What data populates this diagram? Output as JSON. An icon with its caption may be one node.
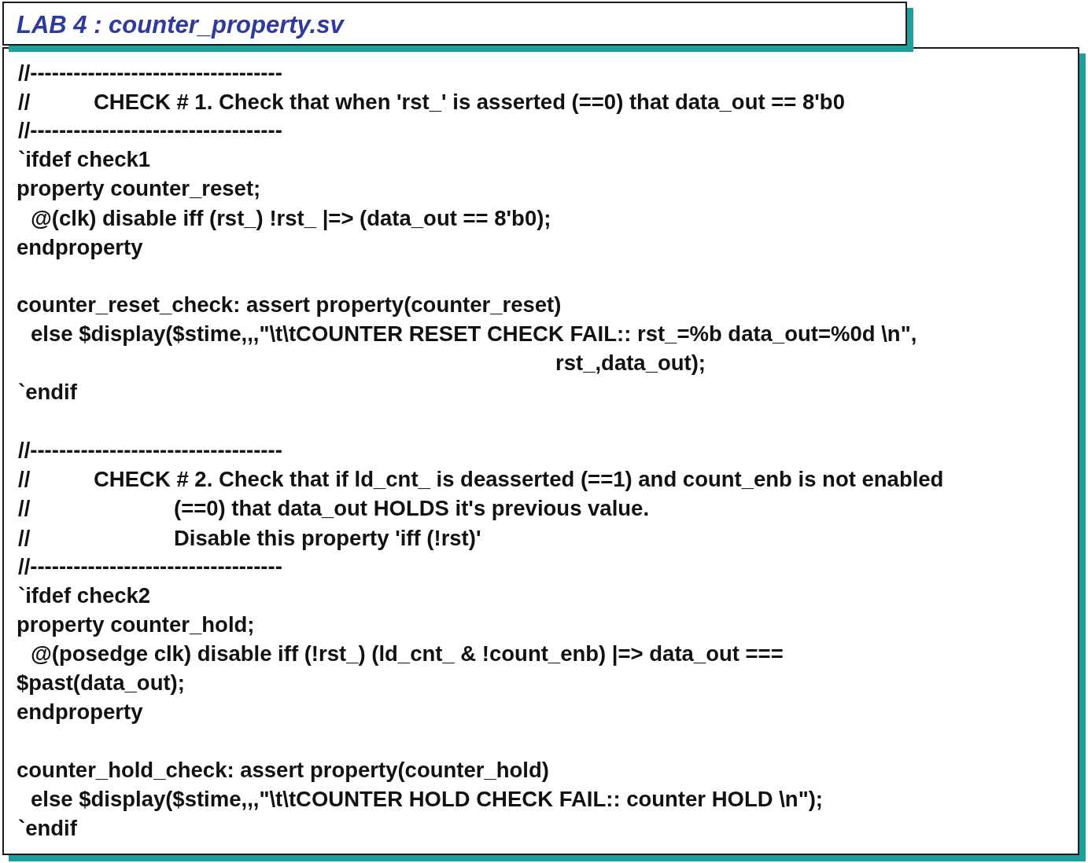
{
  "diagram": {
    "nodes": [
      {
        "text": [
          "LAB 4 : counter_property.sv"
        ]
      },
      {
        "text": [
          "//-----------------------------------",
          "//",
          "CHECK # 1. Check that when 'rst_' is asserted (==0) that data_out == 8'b0",
          "//-----------------------------------",
          "`ifdef check1",
          "property counter_reset;",
          "@(clk) disable iff (rst_) !rst_ |=> (data_out == 8'b0);",
          "endproperty",
          "counter_reset_check: assert property(counter_reset)",
          "else $display($stime,,,\"\\t\\tCOUNTER RESET CHECK FAIL:: rst_=%b data_out=%0d \\n\",",
          "rst_,data_out);",
          "`endif",
          "//-----------------------------------",
          "//",
          "CHECK # 2. Check that if ld_cnt_ is deasserted (==1) and count_enb is not enabled",
          "//",
          "(==0) that data_out HOLDS it's previous value.",
          "//",
          "Disable this property 'iff (!rst)'",
          "//-----------------------------------",
          "`ifdef check2",
          "property counter_hold;",
          "@(posedge clk) disable iff (!rst_) (ld_cnt_ & !count_enb) |=> data_out ===",
          "$past(data_out);",
          "endproperty",
          "counter_hold_check: assert property(counter_hold)",
          "else $display($stime,,,\"\\t\\tCOUNTER HOLD CHECK FAIL:: counter HOLD \\n\");",
          "`endif"
        ]
      }
    ]
  }
}
